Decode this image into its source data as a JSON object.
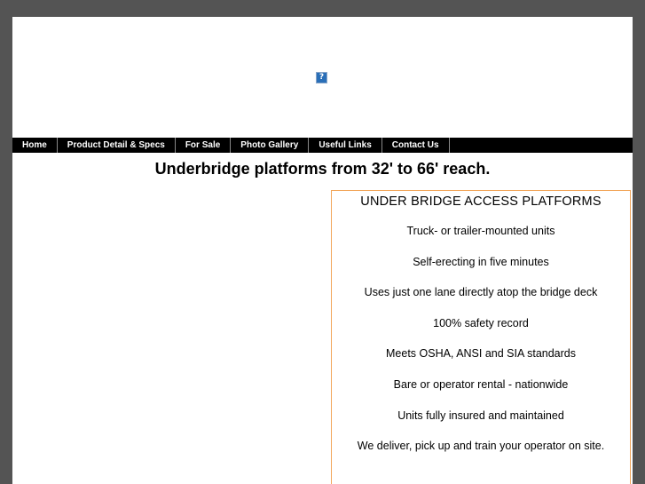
{
  "banner": {
    "image_placeholder": "?"
  },
  "nav": {
    "items": [
      {
        "label": "Home"
      },
      {
        "label": "Product Detail & Specs"
      },
      {
        "label": "For Sale"
      },
      {
        "label": "Photo Gallery"
      },
      {
        "label": "Useful Links"
      },
      {
        "label": "Contact Us"
      }
    ]
  },
  "headline": "Underbridge platforms from 32' to 66' reach.",
  "info_box": {
    "title": "UNDER BRIDGE ACCESS PLATFORMS",
    "features": [
      "Truck- or trailer-mounted units",
      "Self-erecting in five minutes",
      "Uses just one lane directly atop the bridge deck",
      "100% safety record",
      "Meets OSHA, ANSI and SIA standards",
      "Bare or operator rental - nationwide",
      "Units fully insured and maintained",
      "We deliver, pick up and train your operator on site."
    ]
  },
  "colors": {
    "outer_background": "#545454",
    "page_background": "#ffffff",
    "nav_background": "#000000",
    "nav_text": "#ffffff",
    "box_border": "#f2a65a"
  }
}
